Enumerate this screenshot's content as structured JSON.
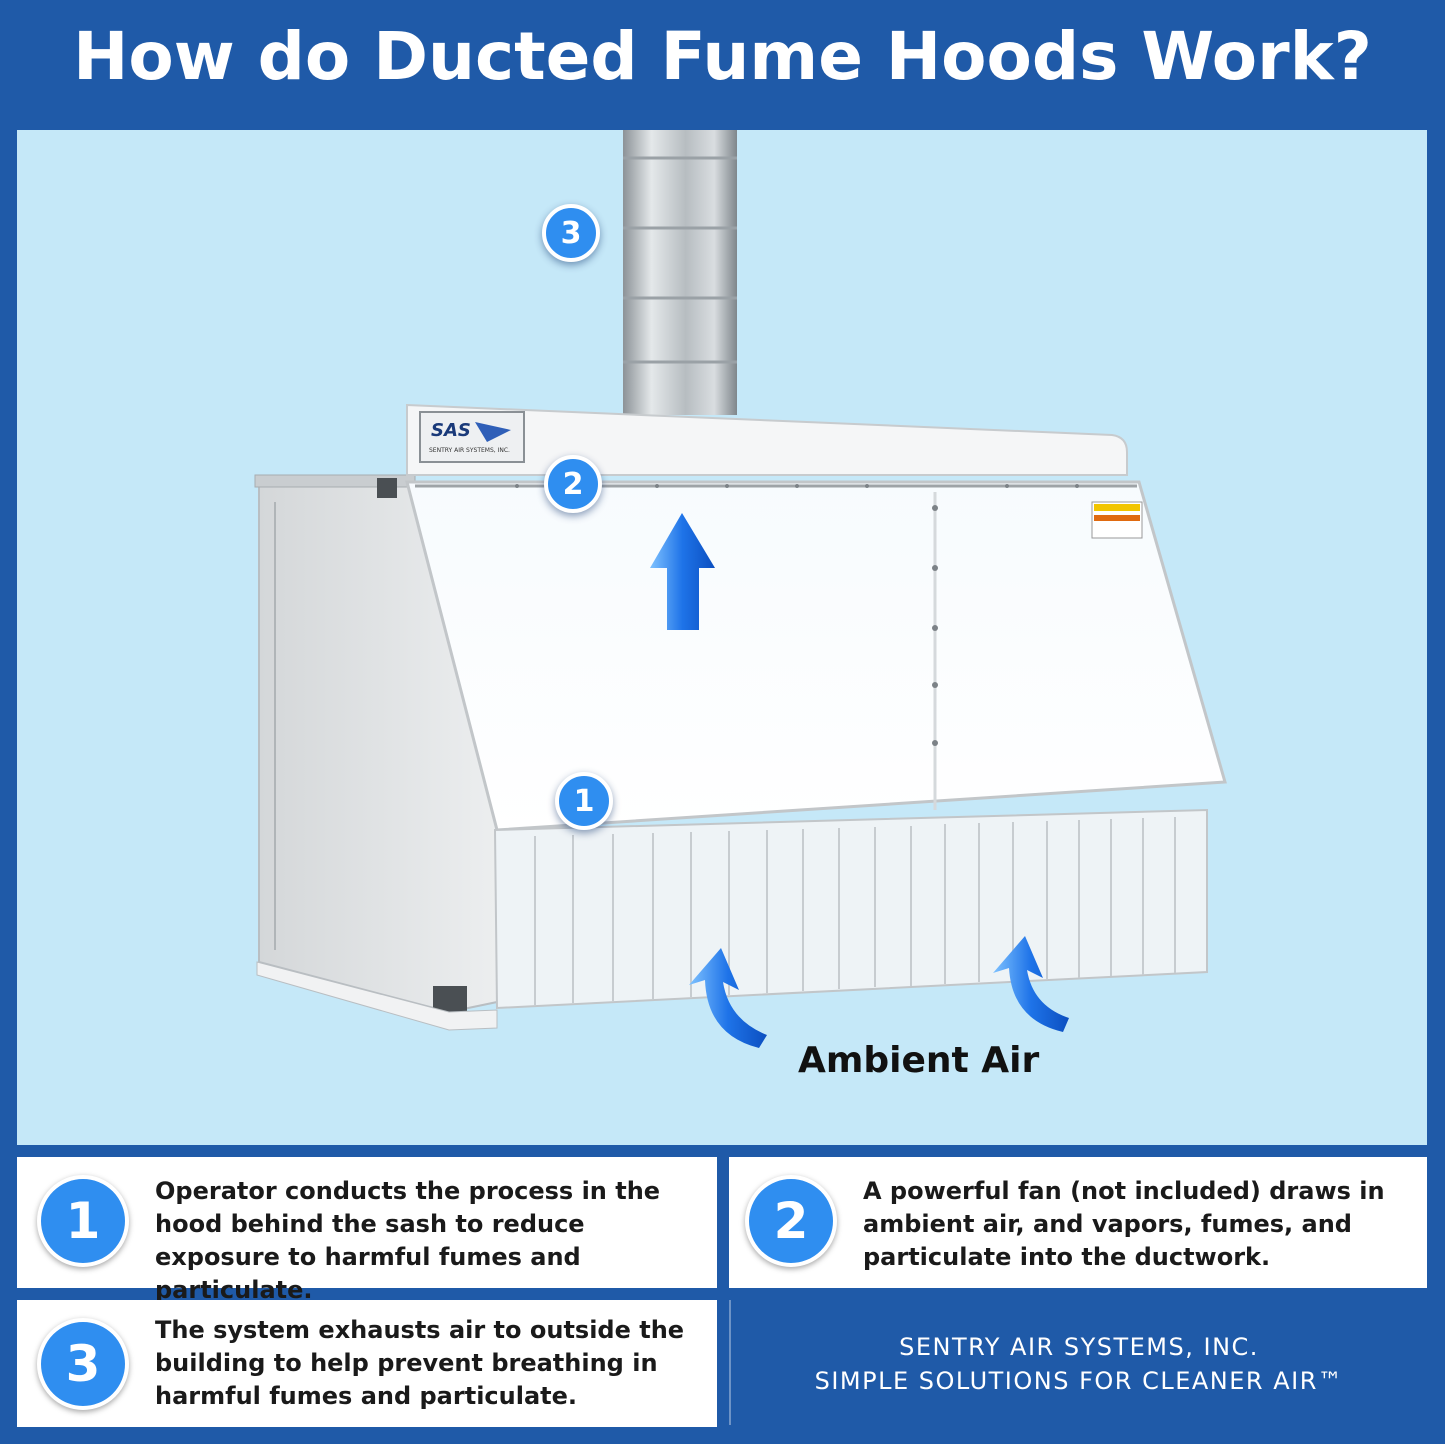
{
  "title": "How do Ducted Fume Hoods Work?",
  "diagram": {
    "markers": [
      "1",
      "2",
      "3"
    ],
    "ambient_label": "Ambient Air",
    "nameplate": "SAS",
    "nameplate_sub": "SENTRY AIR SYSTEMS, INC.",
    "arrow_color": "#1e73e8"
  },
  "steps": [
    {
      "number": "1",
      "text": "Operator conducts the process in the hood behind the sash to reduce exposure to harmful fumes and particulate."
    },
    {
      "number": "2",
      "text": "A powerful fan (not included) draws in ambient air, and vapors, fumes, and particulate into the ductwork."
    },
    {
      "number": "3",
      "text": "The system exhausts air to outside the building to help prevent breathing in harmful fumes and particulate."
    }
  ],
  "brand": {
    "line1": "SENTRY AIR SYSTEMS, INC.",
    "line2": "SIMPLE SOLUTIONS FOR CLEANER AIR™"
  },
  "colors": {
    "background": "#1f5aa8",
    "scene": "#c5e8f8",
    "marker": "#2f8ef0"
  }
}
